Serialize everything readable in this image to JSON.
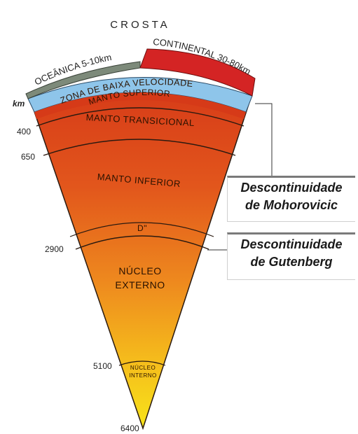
{
  "title": "CROSTA",
  "crust": {
    "oceanic": "OCEÂNICA 5-10km",
    "continental": "CONTINENTAL 30-80km"
  },
  "layers": {
    "low_velocity_zone": "ZONA DE BAIXA VELOCIDADE",
    "upper_mantle": "MANTO SUPERIOR",
    "transition_mantle": "MANTO TRANSICIONAL",
    "lower_mantle": "MANTO INFERIOR",
    "d_double_prime": "D\"",
    "outer_core_line1": "NÚCLEO",
    "outer_core_line2": "EXTERNO",
    "inner_core_line1": "NÚCLEO",
    "inner_core_line2": "INTERNO"
  },
  "depth_axis": {
    "unit": "km",
    "ticks": [
      "400",
      "650",
      "2900",
      "5100",
      "6400"
    ]
  },
  "callouts": {
    "moho_line1": "Descontinuidade",
    "moho_line2": "de Mohorovicic",
    "gutenberg_line1": "Descontinuidade",
    "gutenberg_line2": "de Gutenberg"
  },
  "colors": {
    "oceanic_crust": "#7d8a7a",
    "continental_crust": "#d42424",
    "low_velocity_zone": "#8ec5ea",
    "mantle_top": "#d8401a",
    "core_bottom": "#f6e21a"
  }
}
